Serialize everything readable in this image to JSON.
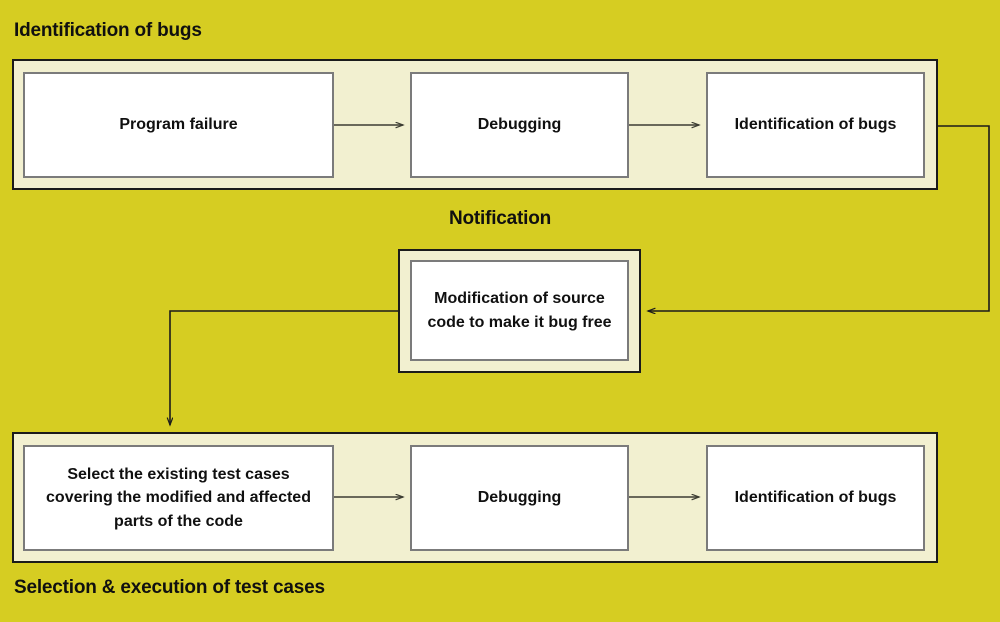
{
  "diagram": {
    "title": "Regression testing process flow",
    "background_color": "#d6cd22",
    "band_color": "#f2f0d0",
    "node_color": "#ffffff",
    "border_color": "#1b1b1b"
  },
  "captions": {
    "top": "Identification of bugs",
    "middle": "Notification",
    "bottom": "Selection & execution of test cases"
  },
  "nodes": {
    "program_failure": "Program failure",
    "debugging_top": "Debugging",
    "identification_top": "Identification of bugs",
    "modification": "Modification of source code to make it bug free",
    "select_test_cases": "Select the existing test cases covering the modified and affected parts of the code",
    "debugging_bottom": "Debugging",
    "identification_bottom": "Identification of bugs"
  },
  "connectors": [
    {
      "name": "program-failure-to-debugging",
      "from": "program_failure",
      "to": "debugging_top",
      "arrow": true
    },
    {
      "name": "debugging-to-identification",
      "from": "debugging_top",
      "to": "identification_top",
      "arrow": true
    },
    {
      "name": "identification-to-modification",
      "from": "identification_top",
      "to": "modification",
      "arrow": true
    },
    {
      "name": "modification-to-select-test-cases",
      "from": "modification",
      "to": "select_test_cases",
      "arrow": true
    },
    {
      "name": "select-to-debugging",
      "from": "select_test_cases",
      "to": "debugging_bottom",
      "arrow": true
    },
    {
      "name": "debugging-to-identification-bottom",
      "from": "debugging_bottom",
      "to": "identification_bottom",
      "arrow": true
    }
  ]
}
